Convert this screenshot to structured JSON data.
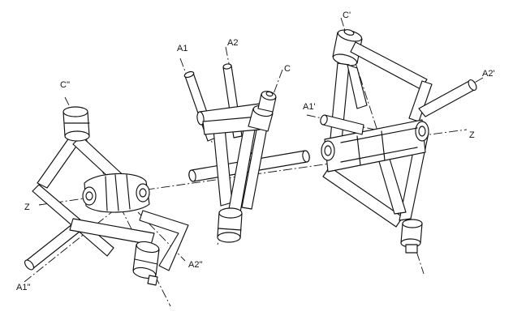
{
  "figure": {
    "middle": {
      "labels": {
        "a1": "A1",
        "a2": "A2",
        "c": "C"
      }
    },
    "left": {
      "labels": {
        "c": "C''",
        "z": "Z",
        "a1": "A1''",
        "a2": "A2''"
      }
    },
    "right": {
      "labels": {
        "c": "C'",
        "a1": "A1'",
        "a2": "A2'",
        "z": "Z"
      }
    }
  }
}
